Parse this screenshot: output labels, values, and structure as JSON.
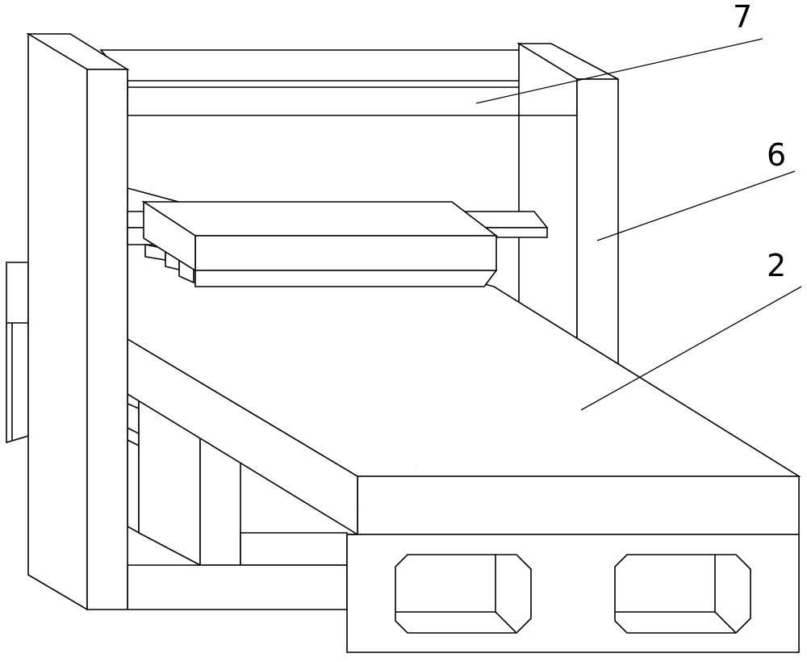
{
  "labels": {
    "part_7": "7",
    "part_6": "6",
    "part_2": "2"
  }
}
